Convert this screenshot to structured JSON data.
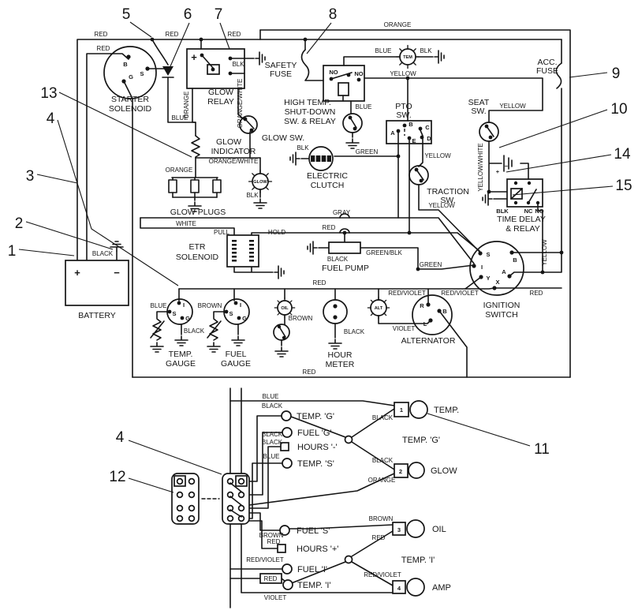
{
  "wires": {
    "red": "RED",
    "orange": "ORANGE",
    "blue": "BLUE",
    "black": "BLACK",
    "blk": "BLK",
    "orange_white": "ORANGE/WHITE",
    "yellow": "YELLOW",
    "yellow_white": "YELLOW/WHITE",
    "green": "GREEN",
    "green_blk": "GREEN/BLK",
    "gray": "GRAY",
    "white": "WHITE",
    "brown": "BROWN",
    "violet": "VIOLET",
    "red_violet": "RED/VIOLET"
  },
  "callouts": {
    "n1": "1",
    "n2": "2",
    "n3": "3",
    "n4": "4",
    "n5": "5",
    "n6": "6",
    "n7": "7",
    "n8": "8",
    "n9": "9",
    "n10": "10",
    "n11": "11",
    "n12": "12",
    "n13": "13",
    "n14": "14",
    "n15": "15"
  },
  "components": {
    "starter_solenoid_1": "STARTER",
    "starter_solenoid_2": "SOLENOID",
    "glow_relay_1": "GLOW",
    "glow_relay_2": "RELAY",
    "safety_fuse_1": "SAFETY",
    "safety_fuse_2": "FUSE",
    "high_temp_1": "HIGH TEMP.",
    "high_temp_2": "SHUT-DOWN",
    "high_temp_3": "SW. & RELAY",
    "acc_fuse_1": "ACC.",
    "acc_fuse_2": "FUSE",
    "pto_1": "PTO",
    "pto_2": "SW.",
    "seat_1": "SEAT",
    "seat_2": "SW.",
    "glow_indicator_1": "GLOW",
    "glow_indicator_2": "INDICATOR",
    "glow_switch": "GLOW SW.",
    "glow_plugs": "GLOW PLUGS",
    "electric_clutch_1": "ELECTRIC",
    "electric_clutch_2": "CLUTCH",
    "traction_1": "TRACTION",
    "traction_2": "SW.",
    "time_delay_1": "TIME DELAY",
    "time_delay_2": "& RELAY",
    "etr_1": "ETR",
    "etr_2": "SOLENOID",
    "pull": "PULL",
    "hold": "HOLD",
    "fuel_pump": "FUEL PUMP",
    "ignition_1": "IGNITION",
    "ignition_2": "SWITCH",
    "battery": "BATTERY",
    "temp_gauge_1": "TEMP.",
    "temp_gauge_2": "GAUGE",
    "fuel_gauge_1": "FUEL",
    "fuel_gauge_2": "GAUGE",
    "hour_meter_1": "HOUR",
    "hour_meter_2": "METER",
    "alternator": "ALTERNATOR",
    "lamp_tem": "TEM",
    "lamp_glow": "GLOW",
    "lamp_oil": "OIL",
    "lamp_alt": "ALT",
    "plus": "+",
    "minus": "−",
    "no": "NO",
    "nc": "NC"
  },
  "terminals": {
    "a": "A",
    "b": "B",
    "c": "C",
    "d": "D",
    "e": "E",
    "g": "G",
    "i": "I",
    "l": "L",
    "r": "R",
    "s": "S",
    "x": "X",
    "y": "Y"
  },
  "panel": {
    "temp_g": "TEMP. 'G'",
    "fuel_g": "FUEL 'G'",
    "hours_minus": "HOURS '-'",
    "temp_s": "TEMP. 'S'",
    "fuel_s": "FUEL 'S'",
    "hours_plus": "HOURS '+'",
    "fuel_i": "FUEL 'I'",
    "temp_i": "TEMP. 'I'",
    "net_temp_g": "TEMP. 'G'",
    "net_temp_i": "TEMP. 'I'",
    "bulb1_num": "1",
    "bulb1_name": "TEMP.",
    "bulb2_num": "2",
    "bulb2_name": "GLOW",
    "bulb3_num": "3",
    "bulb3_name": "OIL",
    "bulb4_num": "4",
    "bulb4_name": "AMP"
  }
}
